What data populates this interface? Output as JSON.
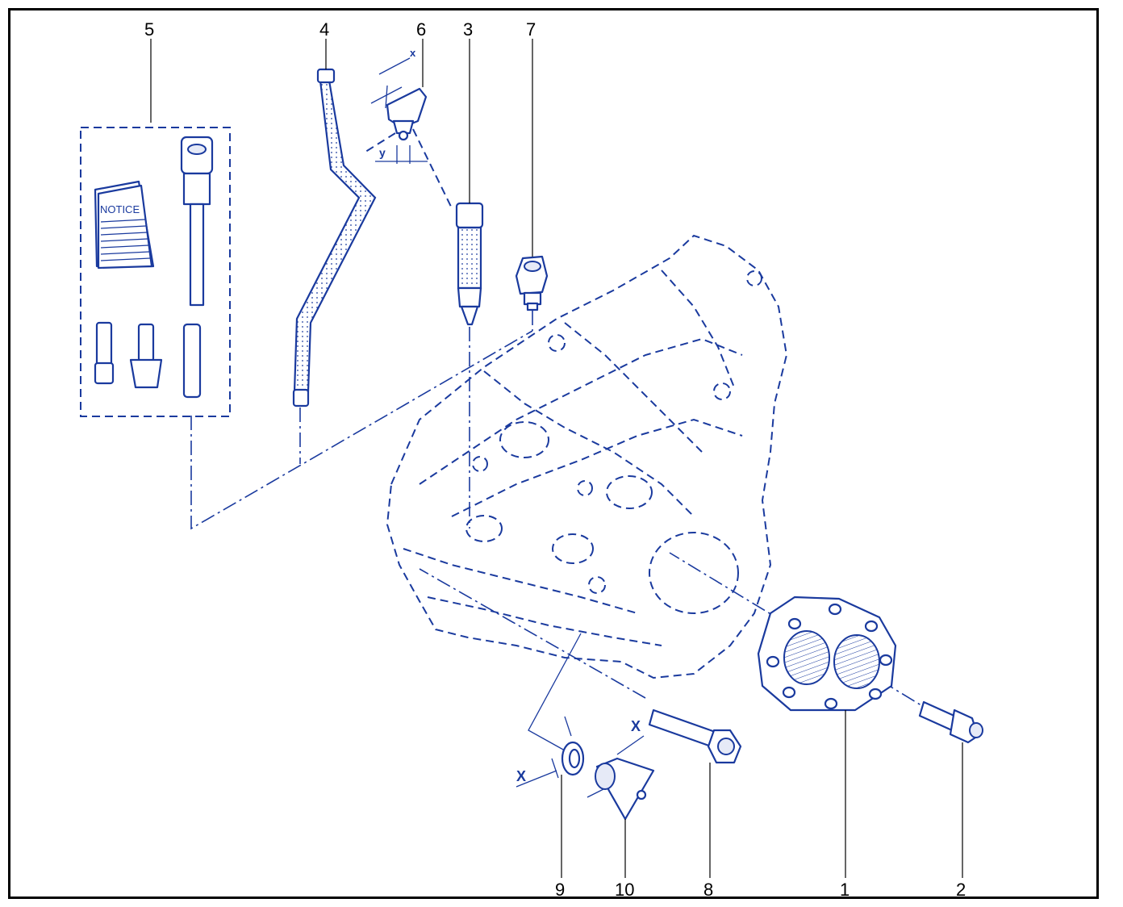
{
  "diagram": {
    "callouts": [
      "1",
      "2",
      "3",
      "4",
      "5",
      "6",
      "7",
      "8",
      "9",
      "10"
    ],
    "dimension_labels": {
      "x_small": "x",
      "y_small": "y",
      "x_large": "X",
      "x_large_2": "X"
    },
    "notice_text": "NOTICE",
    "colors": {
      "line": "#1a3a9e",
      "fill": "#e6eaf7",
      "frame": "#000000"
    }
  }
}
